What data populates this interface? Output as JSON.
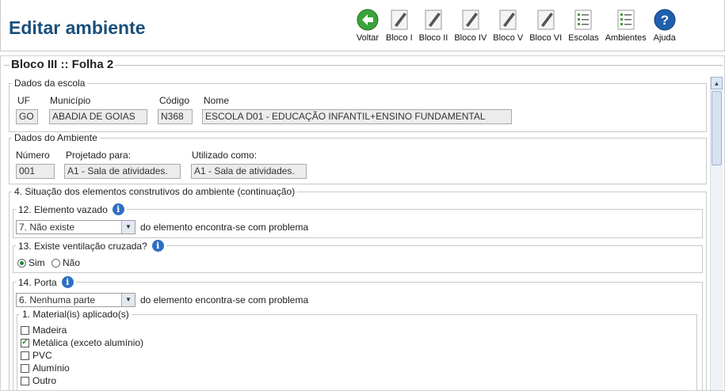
{
  "header": {
    "title": "Editar ambiente",
    "toolbar": [
      {
        "label": "Voltar",
        "icon": "back-arrow-icon"
      },
      {
        "label": "Bloco I",
        "icon": "pencil-icon"
      },
      {
        "label": "Bloco II",
        "icon": "pencil-icon"
      },
      {
        "label": "Bloco IV",
        "icon": "pencil-icon"
      },
      {
        "label": "Bloco V",
        "icon": "pencil-icon"
      },
      {
        "label": "Bloco VI",
        "icon": "pencil-icon"
      },
      {
        "label": "Escolas",
        "icon": "list-icon"
      },
      {
        "label": "Ambientes",
        "icon": "list-icon"
      },
      {
        "label": "Ajuda",
        "icon": "help-icon"
      }
    ]
  },
  "main": {
    "legend": "Bloco III :: Folha 2",
    "escola": {
      "legend": "Dados da escola",
      "uf_label": "UF",
      "uf_value": "GO",
      "municipio_label": "Município",
      "municipio_value": "ABADIA DE GOIAS",
      "codigo_label": "Código",
      "codigo_value": "N368",
      "nome_label": "Nome",
      "nome_value": "ESCOLA D01 - EDUCAÇÃO INFANTIL+ENSINO FUNDAMENTAL"
    },
    "ambiente": {
      "legend": "Dados do Ambiente",
      "numero_label": "Número",
      "numero_value": "001",
      "projetado_label": "Projetado para:",
      "projetado_value": "A1 - Sala de atividades.",
      "utilizado_label": "Utilizado como:",
      "utilizado_value": "A1 - Sala de atividades."
    },
    "situacao": {
      "legend": "4. Situação dos elementos construtivos do ambiente (continuação)",
      "q12": {
        "legend": "12. Elemento vazado",
        "select_value": "7. Não existe",
        "suffix": "do elemento encontra-se com problema"
      },
      "q13": {
        "legend": "13. Existe ventilação cruzada?",
        "opt_sim": "Sim",
        "opt_nao": "Não",
        "selected": "Sim"
      },
      "q14": {
        "legend": "14. Porta",
        "select_value": "6. Nenhuma parte",
        "suffix": "do elemento encontra-se com problema",
        "materiais_legend": "1. Material(is) aplicado(s)",
        "materiais": [
          {
            "label": "Madeira",
            "checked": false
          },
          {
            "label": "Metálica (exceto alumínio)",
            "checked": true
          },
          {
            "label": "PVC",
            "checked": false
          },
          {
            "label": "Alumínio",
            "checked": false
          },
          {
            "label": "Outro",
            "checked": false
          }
        ]
      }
    }
  }
}
